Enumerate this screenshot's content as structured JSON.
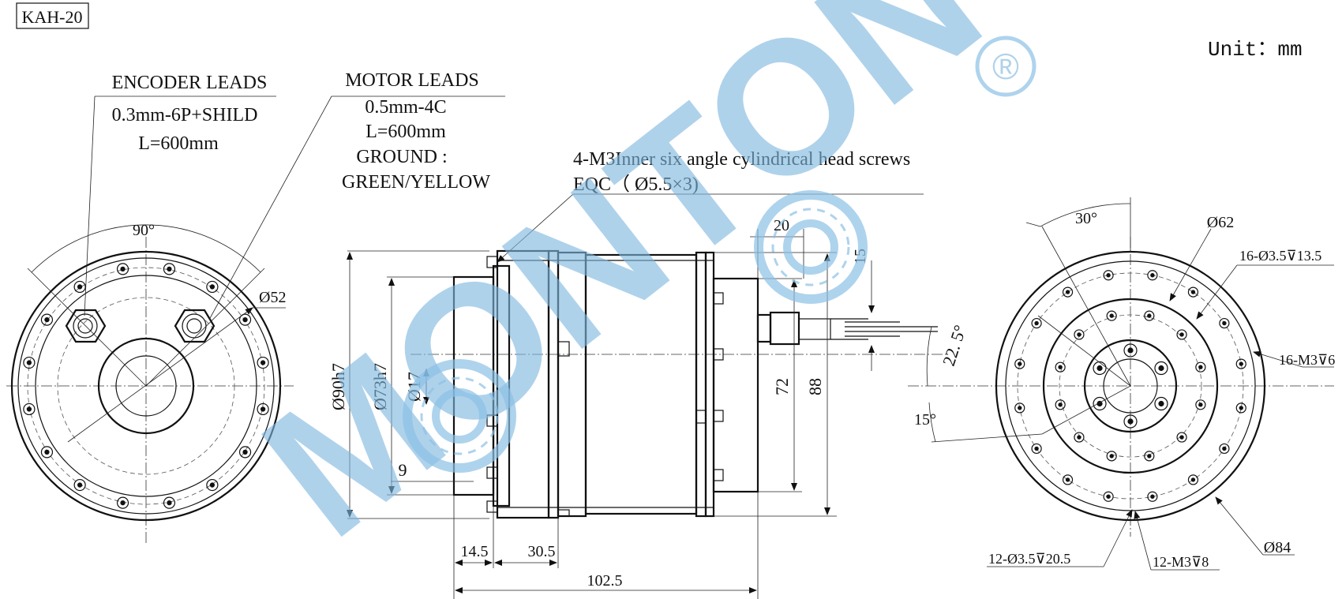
{
  "drawing": {
    "model": "KAH-20",
    "unit": "Unit：mm"
  },
  "watermark": {
    "text": "MONTON",
    "registered_mark": "®",
    "color": "#7fb7e0"
  },
  "left_view": {
    "encoder_leads": [
      "ENCODER LEADS",
      "0.3mm-6P+SHILD",
      "L=600mm"
    ],
    "motor_leads": [
      "MOTOR LEADS",
      "0.5mm-4C",
      "L=600mm",
      "GROUND :",
      "GREEN/YELLOW"
    ],
    "angle": "90°",
    "diameter": "Ø52"
  },
  "side_view": {
    "screw_note": [
      "4-M3Inner six angle cylindrical head screws",
      "EQC（ Ø5.5×3)"
    ],
    "dims": {
      "d90": "Ø90h7",
      "d73": "Ø73h7",
      "d17": "Ø17",
      "h9": "9",
      "w20": "20",
      "h15": "15",
      "h72": "72",
      "h88": "88",
      "w14_5": "14.5",
      "w30_5": "30.5",
      "w102_5": "102.5"
    }
  },
  "right_view": {
    "angle30": "30°",
    "angle22_5": "22. 5°",
    "angle15": "15°",
    "d62": "Ø62",
    "d84": "Ø84",
    "holes_16_3_5": "16-Ø3.5",
    "holes_16_3_5_depth": "13.5",
    "holes_16_m3": "16-M3",
    "holes_16_m3_depth": "6",
    "holes_12_3_5": "12-Ø3.5",
    "holes_12_3_5_depth": "20.5",
    "holes_12_m3": "12-M3",
    "holes_12_m3_depth": "8"
  }
}
